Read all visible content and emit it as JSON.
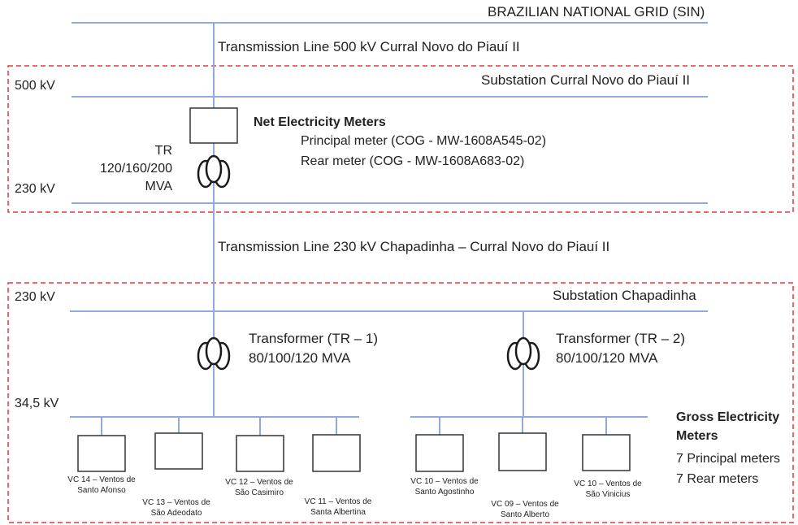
{
  "grid": {
    "label": "BRAZILIAN NATIONAL GRID (SIN)"
  },
  "line500": {
    "label": "Transmission Line 500 kV Curral Novo do Piauí II"
  },
  "substation_curral": {
    "label": "Substation Curral Novo do Piauí II",
    "hv_label": "500 kV",
    "lv_label": "230 kV",
    "tr_label_lines": [
      "TR",
      "120/160/200",
      "MVA"
    ]
  },
  "net_meters": {
    "title": "Net Electricity Meters",
    "principal": "Principal meter (COG - MW-1608A545-02)",
    "rear": "Rear meter (COG - MW-1608A683-02)"
  },
  "line230": {
    "label": "Transmission Line 230 kV Chapadinha – Curral Novo do Piauí II"
  },
  "substation_chapadinha": {
    "label": "Substation Chapadinha",
    "hv_label": "230 kV",
    "lv_label": "34,5 kV",
    "tr1_lines": [
      "Transformer (TR – 1)",
      "80/100/120 MVA"
    ],
    "tr2_lines": [
      "Transformer (TR – 2)",
      "80/100/120 MVA"
    ]
  },
  "gross_meters": {
    "title_lines": [
      "Gross Electricity",
      "Meters"
    ],
    "principal": "7 Principal meters",
    "rear": "7 Rear meters"
  },
  "feeders": [
    {
      "lines": [
        "VC 14 – Ventos de",
        "Santo Afonso"
      ]
    },
    {
      "lines": [
        "VC 13 – Ventos de",
        "São Adeodato"
      ]
    },
    {
      "lines": [
        "VC 12 – Ventos de",
        "São Casimiro"
      ]
    },
    {
      "lines": [
        "VC 11 – Ventos de",
        "Santa Albertina"
      ]
    },
    {
      "lines": [
        "VC 10 – Ventos de",
        "Santo Agostinho"
      ]
    },
    {
      "lines": [
        "VC 09 – Ventos de",
        "Santo Alberto"
      ]
    },
    {
      "lines": [
        "VC 10 – Ventos de",
        "São Vinicius"
      ]
    }
  ],
  "colors": {
    "bus_line": "#8faadc",
    "dashed_border": "#e8363d",
    "box_stroke": "#333333",
    "text": "#222222"
  }
}
